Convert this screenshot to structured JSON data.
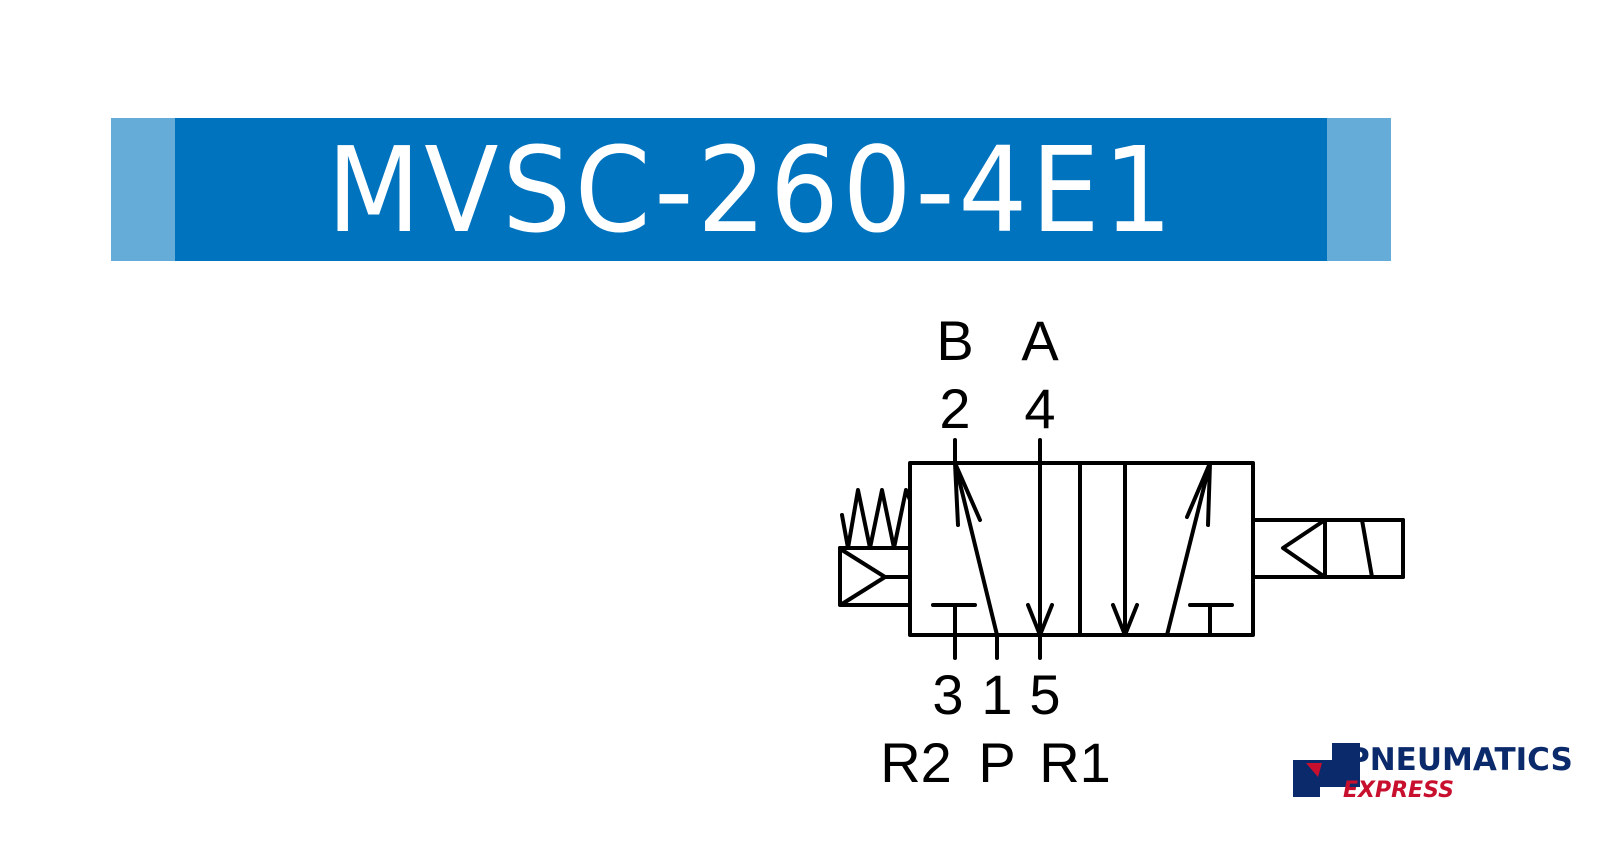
{
  "title": "MVSC-260-4E1",
  "ports": {
    "top_letters": [
      "B",
      "A"
    ],
    "top_numbers": [
      "2",
      "4"
    ],
    "bottom_numbers": [
      "3",
      "1",
      "5"
    ],
    "bottom_letters": [
      "R2",
      "P",
      "R1"
    ]
  },
  "logo": {
    "name": "PNEUMATICS",
    "sub": "EXPRESS"
  },
  "colors": {
    "banner": "#0073bf",
    "banner_edge": "#66acd9",
    "logo_blue": "#0b2a6b",
    "logo_red": "#c8102e"
  }
}
